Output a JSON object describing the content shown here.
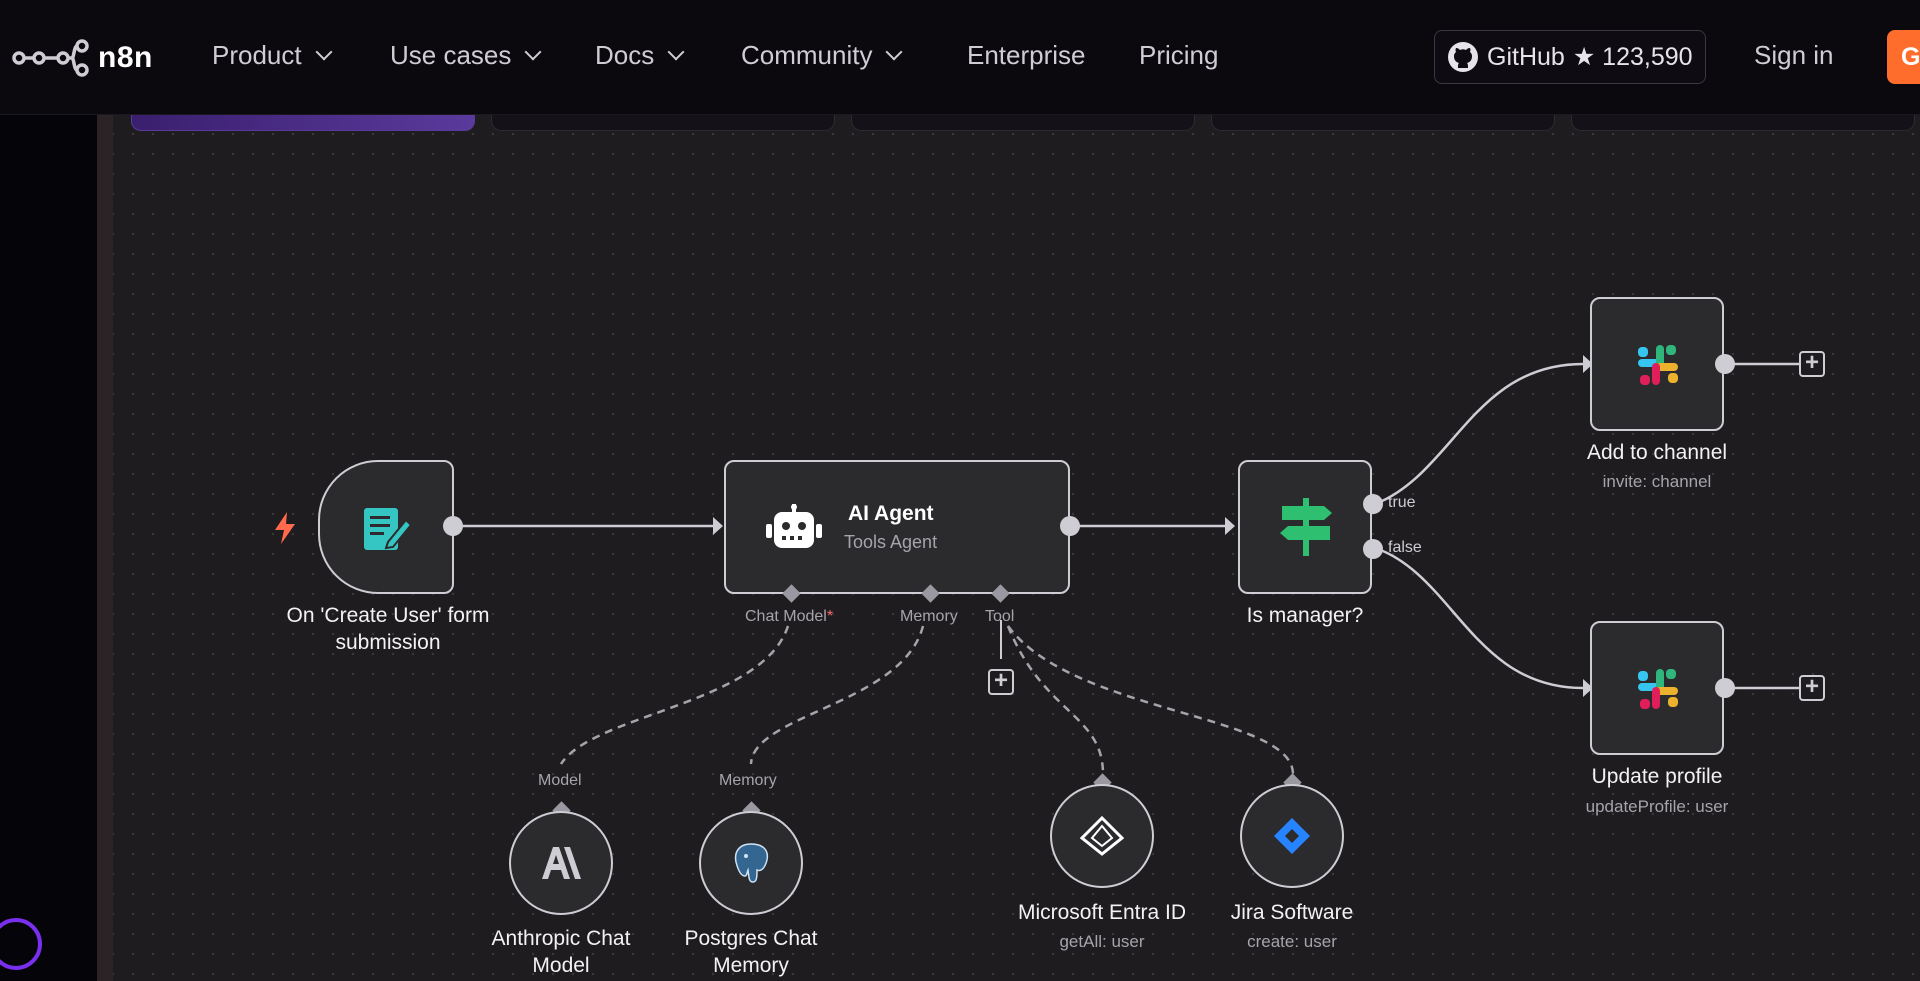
{
  "nav": {
    "logo_text": "n8n",
    "items": [
      "Product",
      "Use cases",
      "Docs",
      "Community",
      "Enterprise",
      "Pricing"
    ],
    "github_label": "GitHub",
    "github_stars": "★ 123,590",
    "signin": "Sign in",
    "cta_partial": "G"
  },
  "workflow": {
    "trigger": {
      "name": "On 'Create User' form submission",
      "name_line1": "On 'Create User' form",
      "name_line2": "submission"
    },
    "agent": {
      "name": "AI Agent",
      "subtitle": "Tools Agent",
      "port_chat_model": "Chat Model",
      "port_required": "*",
      "port_memory": "Memory",
      "port_tool": "Tool"
    },
    "if_node": {
      "name": "Is manager?",
      "port_true": "true",
      "port_false": "false"
    },
    "slack_add": {
      "name": "Add to channel",
      "subtitle": "invite: channel"
    },
    "slack_update": {
      "name": "Update profile",
      "subtitle": "updateProfile: user"
    },
    "anthropic": {
      "port": "Model",
      "name_line1": "Anthropic Chat",
      "name_line2": "Model"
    },
    "postgres": {
      "port": "Memory",
      "name_line1": "Postgres Chat",
      "name_line2": "Memory"
    },
    "entra": {
      "name": "Microsoft Entra ID",
      "subtitle": "getAll: user"
    },
    "jira": {
      "name": "Jira Software",
      "subtitle": "create: user"
    }
  },
  "colors": {
    "accent": "#ff6d2c",
    "canvas": "#1e1c1f",
    "node_border": "#cfcdd4",
    "purple": "#7a2ff0"
  }
}
